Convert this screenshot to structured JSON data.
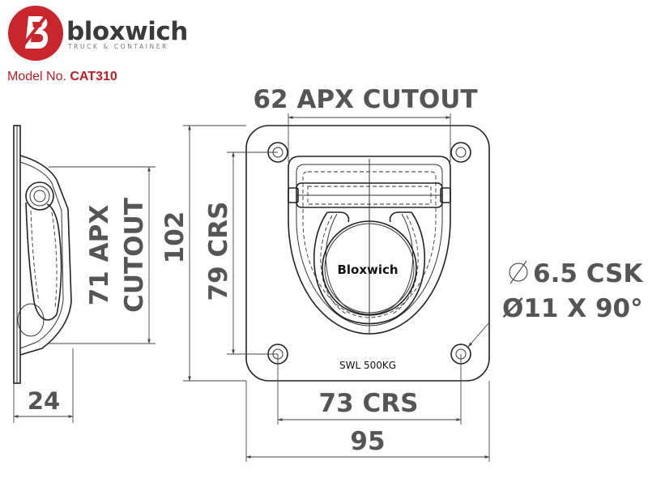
{
  "brand": {
    "name": "bloxwich",
    "tagline": "TRUCK & CONTAINER",
    "accent_color": "#c8262c"
  },
  "model": {
    "label": "Model No.",
    "number": "CAT310"
  },
  "product": {
    "stamp_brand": "Bloxwich",
    "swl": "SWL 500KG"
  },
  "dimensions": {
    "cutout_width": "62 APX CUTOUT",
    "cutout_height_line1": "71 APX",
    "cutout_height_line2": "CUTOUT",
    "overall_height": "102",
    "hole_vertical": "79 CRS",
    "hole_horizontal": "73 CRS",
    "overall_width": "95",
    "side_depth": "24",
    "csk_line1": "6.5 CSK",
    "csk_line2": "Ø11 X 90°"
  }
}
